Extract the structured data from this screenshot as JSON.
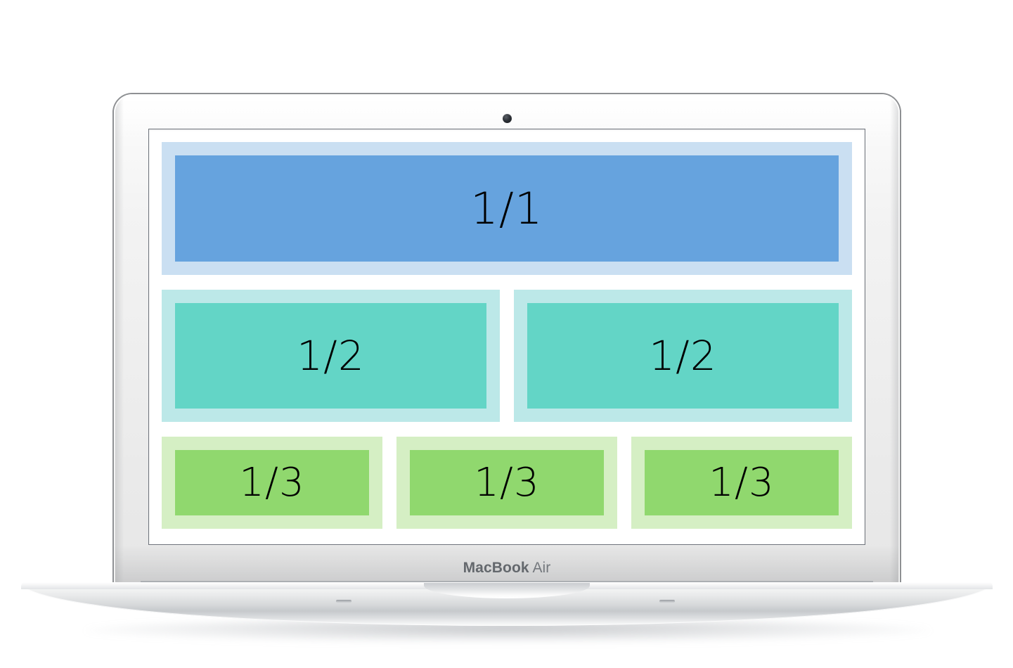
{
  "device": {
    "name": "MacBook Air",
    "brand_primary": "MacBook",
    "brand_secondary": "Air",
    "webcam": "webcam-icon"
  },
  "screen": {
    "background": "#ffffff",
    "layout_demo": {
      "title": "responsive-grid-fractions",
      "rows": [
        {
          "row_name": "full-width-row",
          "outer_color": "#cadff2",
          "inner_color": "#66a3de",
          "cells": [
            {
              "label": "1/1",
              "fraction": "1/1",
              "span": 1
            }
          ]
        },
        {
          "row_name": "halves-row",
          "outer_color": "#bce8e8",
          "inner_color": "#63d5c6",
          "cells": [
            {
              "label": "1/2",
              "fraction": "1/2",
              "span": 1
            },
            {
              "label": "1/2",
              "fraction": "1/2",
              "span": 1
            }
          ]
        },
        {
          "row_name": "thirds-row",
          "outer_color": "#d5efc4",
          "inner_color": "#90d86e",
          "cells": [
            {
              "label": "1/3",
              "fraction": "1/3",
              "span": 1
            },
            {
              "label": "1/3",
              "fraction": "1/3",
              "span": 1
            },
            {
              "label": "1/3",
              "fraction": "1/3",
              "span": 1
            }
          ]
        }
      ]
    }
  },
  "colors": {
    "blue_outer": "#cadff2",
    "blue_inner": "#66a3de",
    "teal_outer": "#bce8e8",
    "teal_inner": "#63d5c6",
    "green_outer": "#d5efc4",
    "green_inner": "#90d86e",
    "label_text": "#000000",
    "page_background": "#ffffff"
  }
}
